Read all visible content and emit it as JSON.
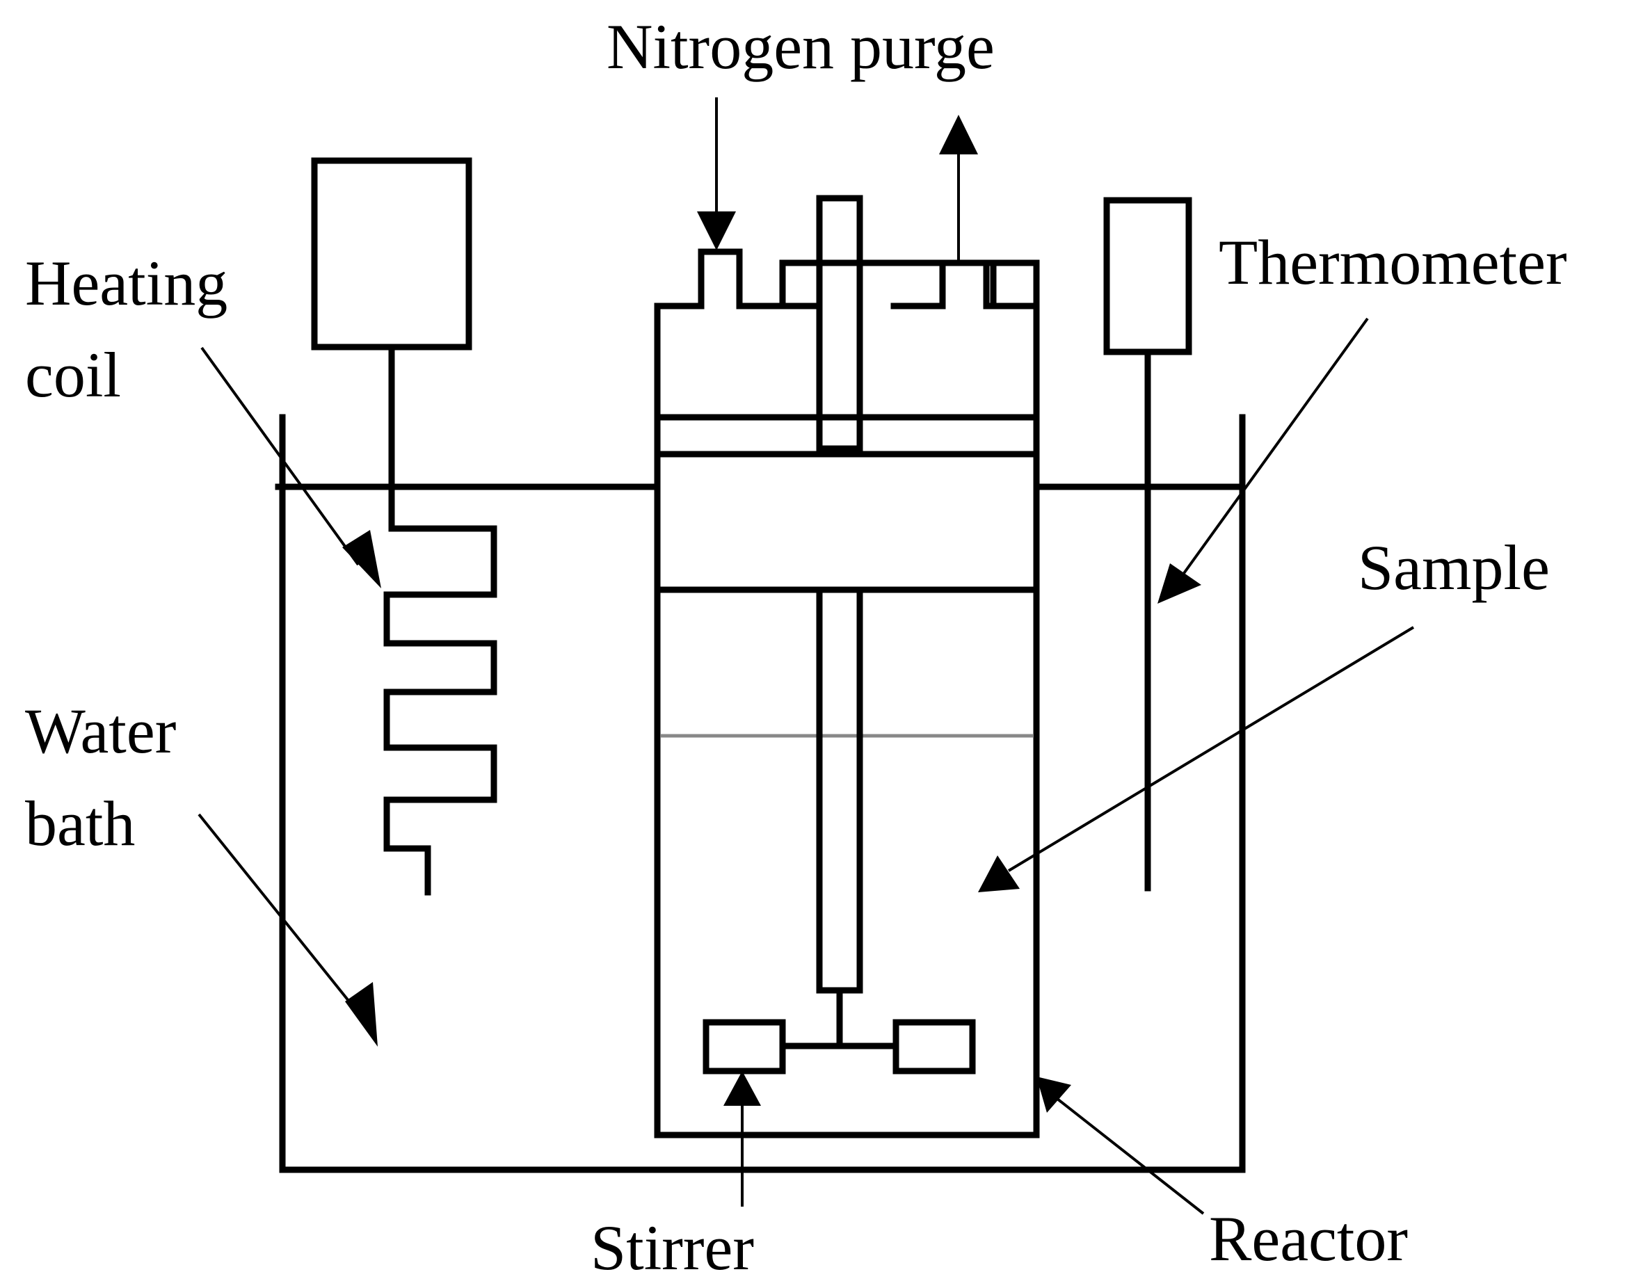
{
  "diagram": {
    "labels": {
      "nitrogen_purge": "Nitrogen purge",
      "heating_coil_line1": "Heating",
      "heating_coil_line2": "coil",
      "thermometer": "Thermometer",
      "sample": "Sample",
      "water_bath_line1": "Water",
      "water_bath_line2": "bath",
      "stirrer": "Stirrer",
      "reactor": "Reactor"
    },
    "colors": {
      "stroke": "#000000",
      "liquid_level": "#888888",
      "background": "#ffffff"
    }
  }
}
